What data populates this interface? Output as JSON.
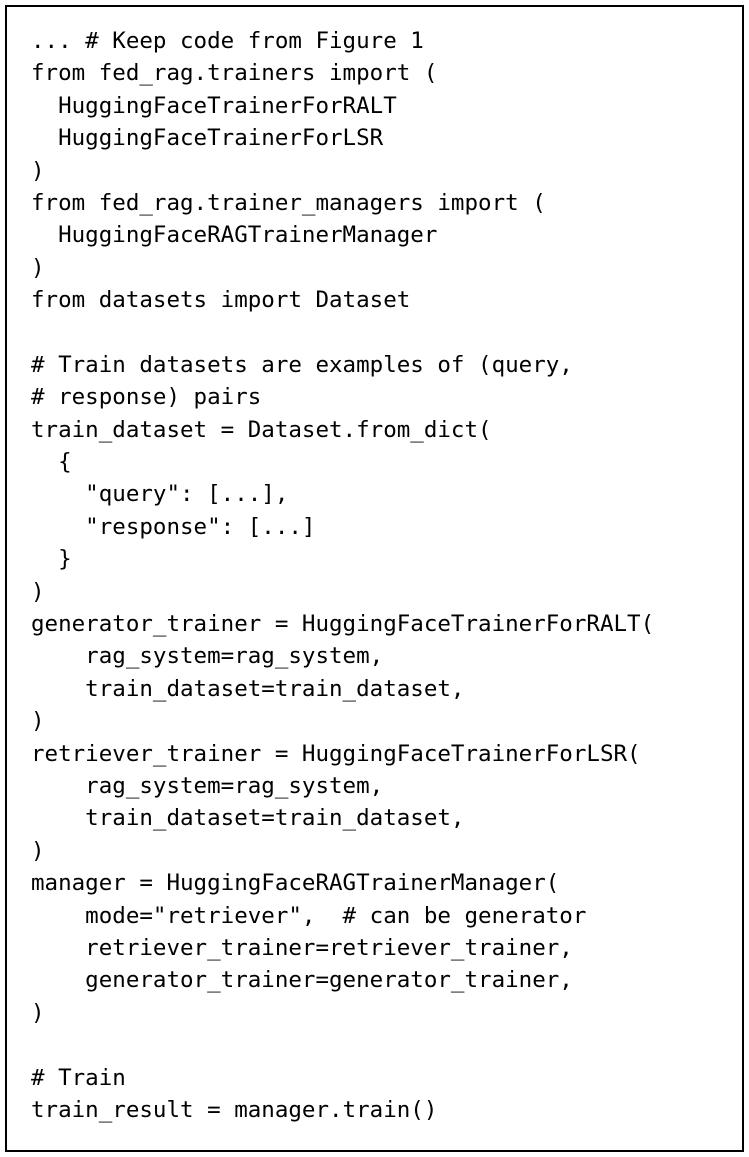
{
  "figure": {
    "description": "Code listing figure from a paper showing fed_rag trainer setup",
    "colors": {
      "border": "#000000",
      "background": "#ffffff",
      "text": "#000000"
    },
    "code_lines": [
      "... # Keep code from Figure 1",
      "from fed_rag.trainers import (",
      "  HuggingFaceTrainerForRALT",
      "  HuggingFaceTrainerForLSR",
      ")",
      "from fed_rag.trainer_managers import (",
      "  HuggingFaceRAGTrainerManager",
      ")",
      "from datasets import Dataset",
      "",
      "# Train datasets are examples of (query,",
      "# response) pairs",
      "train_dataset = Dataset.from_dict(",
      "  {",
      "    \"query\": [...],",
      "    \"response\": [...]",
      "  }",
      ")",
      "generator_trainer = HuggingFaceTrainerForRALT(",
      "    rag_system=rag_system,",
      "    train_dataset=train_dataset,",
      ")",
      "retriever_trainer = HuggingFaceTrainerForLSR(",
      "    rag_system=rag_system,",
      "    train_dataset=train_dataset,",
      ")",
      "manager = HuggingFaceRAGTrainerManager(",
      "    mode=\"retriever\",  # can be generator",
      "    retriever_trainer=retriever_trainer,",
      "    generator_trainer=generator_trainer,",
      ")",
      "",
      "# Train",
      "train_result = manager.train()"
    ]
  }
}
